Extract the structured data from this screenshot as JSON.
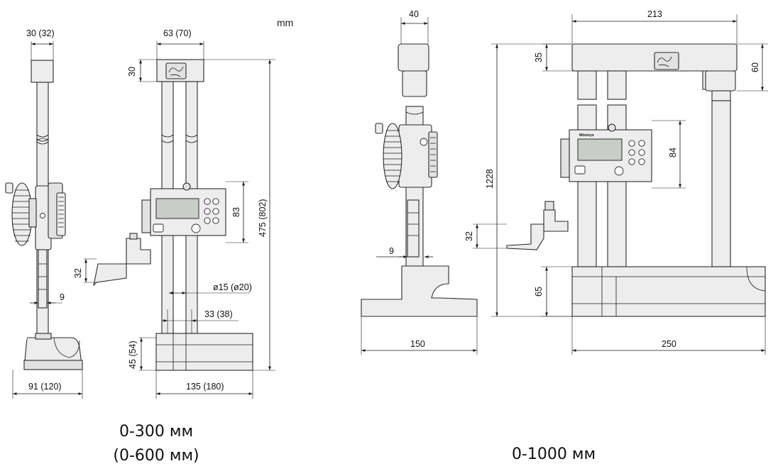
{
  "units": "mm",
  "models": [
    {
      "caption_line1": "0-300 мм",
      "caption_line2": "(0-600 мм)",
      "side_view": {
        "top_width": "30 (32)",
        "base_width": "91 (120)",
        "thickness": "9",
        "scriber_height": "32"
      },
      "front_view": {
        "head_width": "63 (70)",
        "head_height": "30",
        "total_height": "475 (802)",
        "display_height": "83",
        "column_diameter": "ø15 (ø20)",
        "column_pitch": "33 (38)",
        "base_height": "45 (54)",
        "base_length": "135 (180)"
      }
    },
    {
      "caption_line1": "0-1000 мм",
      "side_view": {
        "top_width": "40",
        "thickness": "9",
        "base_width": "150"
      },
      "front_view": {
        "width": "213",
        "top_offset": "35",
        "head_height": "60",
        "display_height": "84",
        "total_height": "1228",
        "scriber_height": "32",
        "base_height": "65",
        "base_length": "250"
      }
    }
  ],
  "brand": "Mitutoyo"
}
